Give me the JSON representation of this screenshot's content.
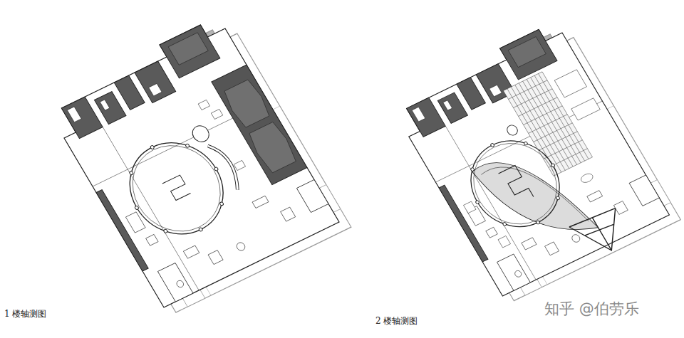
{
  "diagram": {
    "labels": [
      "1 楼轴测图",
      "2 楼轴测图",
      "知乎 @伯劳乐"
    ]
  }
}
